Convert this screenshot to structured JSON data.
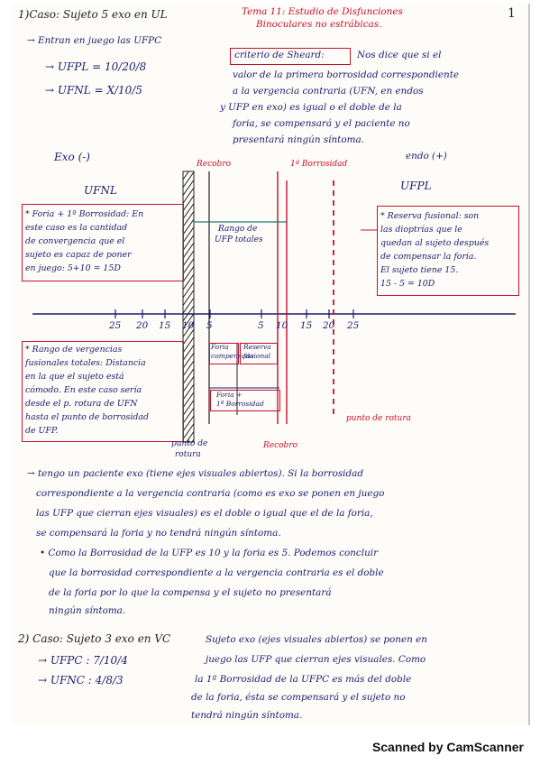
{
  "page": {
    "number": "1",
    "scanner": "Scanned by CamScanner"
  },
  "header": {
    "case_label": "1)Caso: Sujeto 5 exo en UL",
    "entran": "→ Entran en juego las UFPC",
    "ufpl": "→ UFPL = 10/20/8",
    "ufnl": "→ UFNL = X/10/5",
    "topic_line1": "Tema 11: Estudio de Disfunciones",
    "topic_line2": "Binoculares no estrábicas."
  },
  "sheard": {
    "criterion": "criterio de Sheard:",
    "lines": [
      "Nos dice que si el",
      "valor de la primera borrosidad correspondiente",
      "a la vergencia contraria (UFN, en endos",
      "y UFP en exo) es igual o el doble de la",
      "foria, se compensará y el paciente no",
      "presentará ningún síntoma."
    ]
  },
  "diagram": {
    "exo_label": "Exo (-)",
    "endo_label": "endo (+)",
    "ufnl_label": "UFNL",
    "ufpl_label": "UFPL",
    "recobro_top": "Recobro",
    "borrosidad_top": "1ª Borrosidad",
    "rango_ufp": [
      "Rango de",
      "UFP totales"
    ],
    "axis_ticks": [
      "25",
      "20",
      "15",
      "10",
      "5",
      "5",
      "10",
      "15",
      "20",
      "25"
    ],
    "left_box": [
      "* Foria + 1ª Borrosidad: En",
      "este caso es la cantidad",
      "de convergencia que el",
      "sujeto es capaz de poner",
      "en juego: 5+10 = 15D"
    ],
    "right_box": [
      "* Reserva fusional: son",
      "las dioptrías que le",
      "quedan al sujeto después",
      "de compensar la foria.",
      "El sujeto tiene 15.",
      "15 - 5 = 10D"
    ],
    "rango_box": [
      "* Rango de vergencias",
      "fusionales totales: Distancia",
      "en la que el sujeto está",
      "cómodo. En este caso sería",
      "desde el p. rotura de UFN",
      "hasta el punto de borrosidad",
      "de UFP."
    ],
    "foria_compensada": [
      "Foria",
      "compensada"
    ],
    "reserva_fusional": [
      "Reserva",
      "fusional"
    ],
    "foria_mas": [
      "Foria +",
      "1ª Borrosidad"
    ],
    "punto_rotura_left": [
      "punto de",
      "rotura"
    ],
    "recobro_bottom": "Recobro",
    "punto_rotura_right": "punto de rotura"
  },
  "paragraph1": [
    "→ tengo un paciente exo (tiene ejes visuales abiertos). Si la borrosidad",
    "correspondiente a la vergencia contraria (como es exo se ponen en juego",
    "las UFP que cierran ejes visuales) es el doble o igual que el de la foria,",
    "se compensará la foria y no tendrá ningún síntoma."
  ],
  "paragraph2": [
    "• Como la Borrosidad de la UFP es 10 y la foria es 5. Podemos concluir",
    "que la borrosidad correspondiente a la vergencia contraria es el doble",
    "de la foria por lo que la compensa y el sujeto no presentará",
    "ningún síntoma."
  ],
  "case2": {
    "label": "2) Caso: Sujeto 3 exo en VC",
    "ufpc": "→ UFPC : 7/10/4",
    "ufnc": "→ UFNC : 4/8/3",
    "text": [
      "Sujeto exo (ejes visuales abiertos) se ponen en",
      "juego las UFP que cierran ejes visuales. Como",
      "la 1ª Borrosidad de la UFPC es más del doble",
      "de la foria, ésta se compensará y el sujeto no",
      "tendrá ningún síntoma."
    ]
  }
}
